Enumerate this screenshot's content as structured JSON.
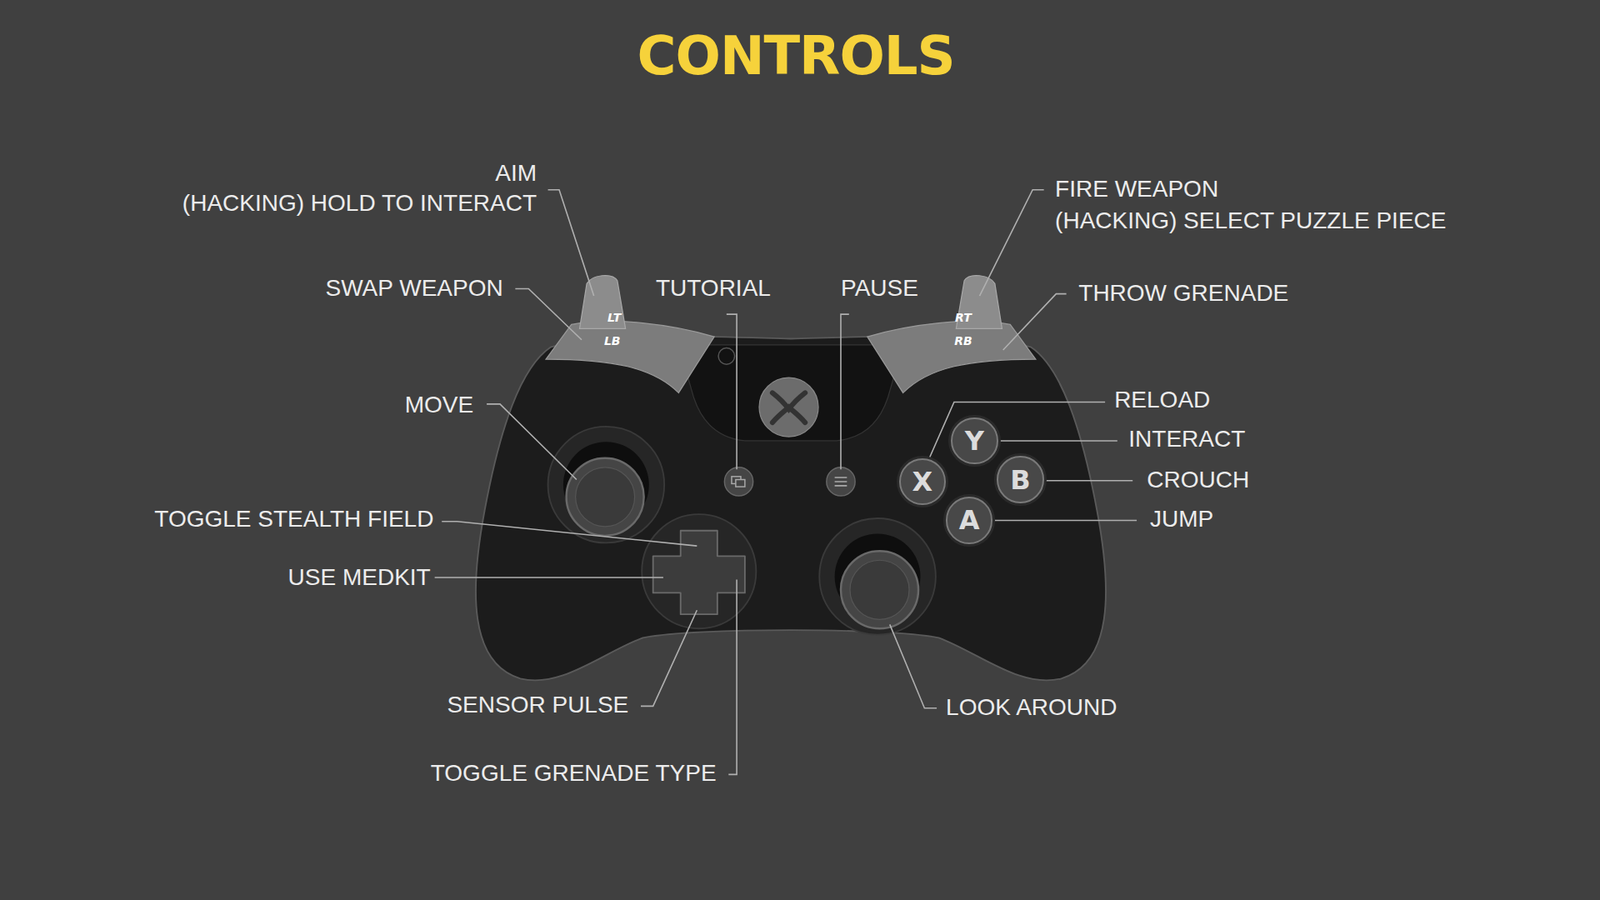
{
  "diagram": {
    "title": "CONTROLS",
    "nodes": [
      {
        "text": [
          "LT"
        ]
      },
      {
        "text": [
          "LB"
        ]
      },
      {
        "text": [
          "RT"
        ]
      },
      {
        "text": [
          "RB"
        ]
      },
      {
        "text": [
          "Y"
        ]
      },
      {
        "text": [
          "X"
        ]
      },
      {
        "text": [
          "B"
        ]
      },
      {
        "text": [
          "A"
        ]
      }
    ],
    "labels": [
      "AIM",
      "(HACKING) HOLD TO INTERACT",
      "FIRE WEAPON",
      "(HACKING) SELECT PUZZLE PIECE",
      "SWAP WEAPON",
      "TUTORIAL",
      "PAUSE",
      "THROW GRENADE",
      "RELOAD",
      "MOVE",
      "INTERACT",
      "CROUCH",
      "TOGGLE STEALTH FIELD",
      "JUMP",
      "USE MEDKIT",
      "SENSOR PULSE",
      "LOOK AROUND",
      "TOGGLE GRENADE TYPE"
    ]
  }
}
